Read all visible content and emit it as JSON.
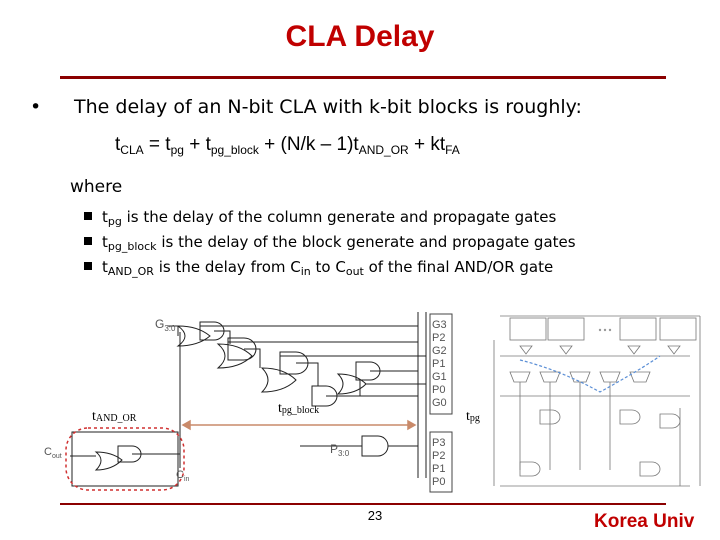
{
  "slide": {
    "title": "CLA Delay",
    "bullet": "The delay of an N-bit CLA with k-bit blocks is roughly:",
    "formula": {
      "t1": "t",
      "s1": "CLA",
      "t2": " = t",
      "s2": "pg",
      "t3": " + t",
      "s3": "pg_block",
      "t4": " + (N/k – 1)t",
      "s4": "AND_OR",
      "t5": " + kt",
      "s5": "FA"
    },
    "where": "where",
    "items": [
      {
        "t": "t",
        "sub": "pg",
        "rest": " is the delay of the column generate and propagate gates"
      },
      {
        "t": "t",
        "sub": "pg_block",
        "rest": " is the delay of the block generate and propagate gates"
      },
      {
        "t": "t",
        "sub": "AND_OR",
        "rest1": " is the delay from C",
        "sub2": "in",
        "rest2": " to C",
        "sub3": "out",
        "rest3": " of the final AND/OR gate"
      }
    ],
    "page_number": "23",
    "brand": "Korea Univ"
  },
  "figure": {
    "g_label": "G",
    "g_sub": "3:0",
    "p_label": "P",
    "p_sub": "3:0",
    "cout": "C",
    "cout_sub": "out",
    "cin": "C",
    "cin_sub": "in",
    "g_inputs": [
      "G3",
      "P2",
      "G2",
      "P1",
      "G1",
      "P0",
      "G0"
    ],
    "p_inputs": [
      "P3",
      "P2",
      "P1",
      "P0"
    ],
    "t_and_or": "t",
    "t_and_or_sub": "AND_OR",
    "t_pg_block": "t",
    "t_pg_block_sub": "pg_block",
    "t_pg": "t",
    "t_pg_sub": "pg"
  }
}
